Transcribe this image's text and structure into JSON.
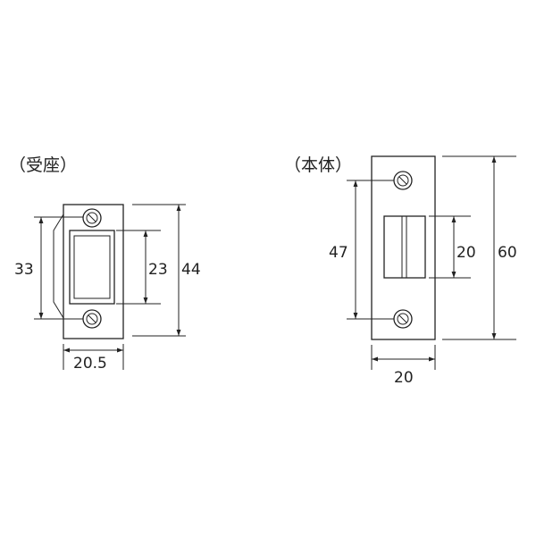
{
  "strike_plate": {
    "title": "（受座）",
    "dim_height_screws": "33",
    "dim_height_opening": "23",
    "dim_height_total": "44",
    "dim_width": "20.5"
  },
  "latch_body": {
    "title": "（本体）",
    "dim_height_screws": "47",
    "dim_height_latch": "20",
    "dim_height_total": "60",
    "dim_width": "20"
  }
}
